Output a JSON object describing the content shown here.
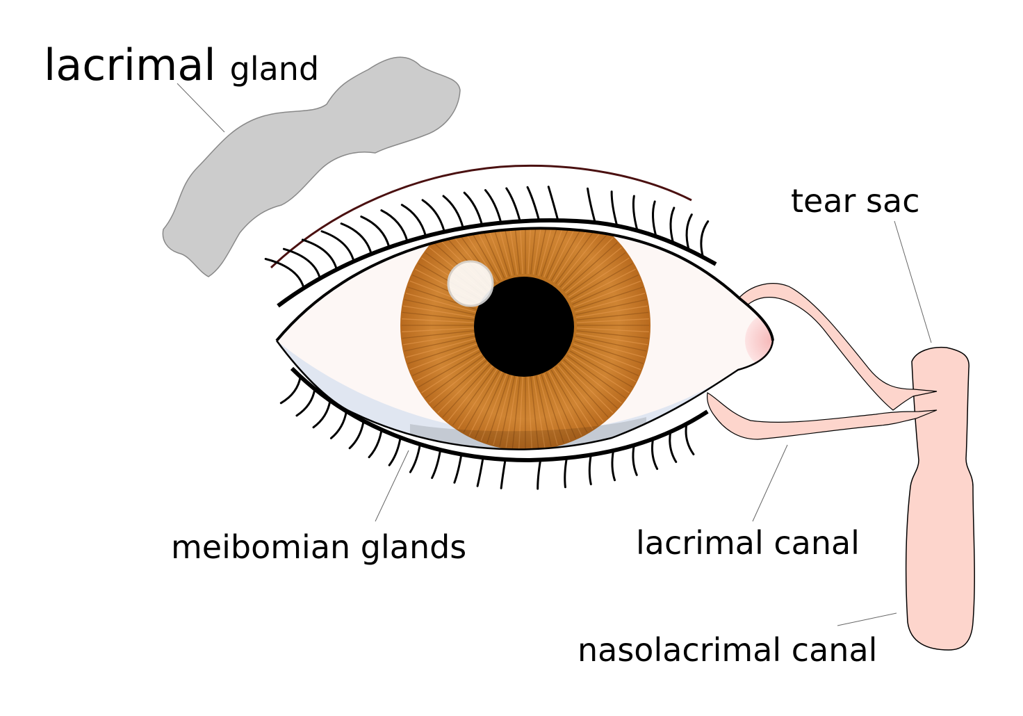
{
  "labels": {
    "lacrimal_gland_word1": "lacrimal",
    "lacrimal_gland_word2": "gland",
    "tear_sac": "tear sac",
    "meibomian_glands": "meibomian glands",
    "lacrimal_canal": "lacrimal canal",
    "nasolacrimal_canal": "nasolacrimal canal"
  },
  "colors": {
    "gland_fill": "#cccccc",
    "gland_stroke": "#888888",
    "duct_fill": "#fdd5cc",
    "duct_stroke": "#9a7b74",
    "iris": "#c97a2c",
    "iris_dark": "#9e5a1c",
    "pupil": "#000000",
    "sclera": "#fdf7f5",
    "tear_film": "#dbe3f0",
    "eyelid_line": "#000000",
    "lid_crease": "#4a1010",
    "caruncle": "#f8c8c8"
  }
}
